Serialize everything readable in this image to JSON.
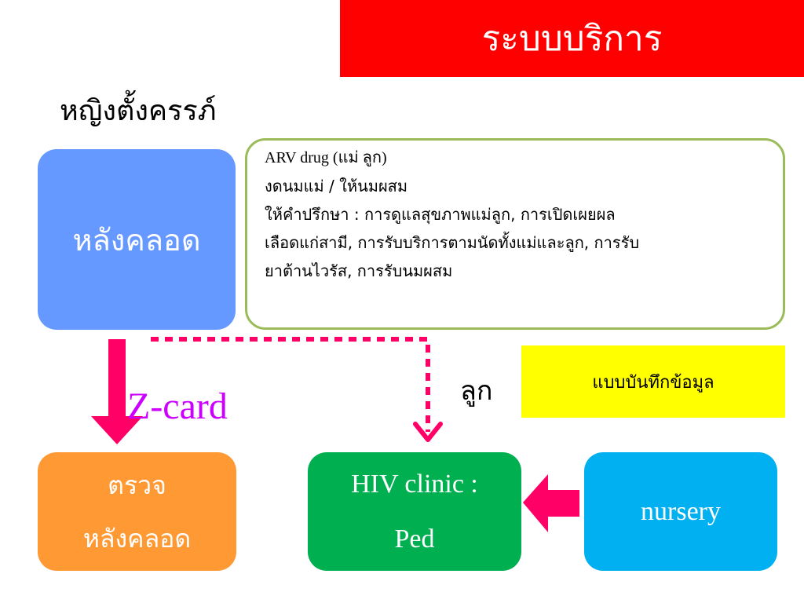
{
  "colors": {
    "title_bg": "#ff0000",
    "postpartum_box": "#6699ff",
    "checkup_box": "#ff9933",
    "hiv_box": "#00b050",
    "nursery_box": "#00b0f0",
    "records_box": "#ffff00",
    "services_border": "#9bbb59",
    "arrow_pink": "#ff0066",
    "zcard_text": "#cc00ff"
  },
  "title": "ระบบบริการ",
  "heading": "หญิงตั้งครรภ์",
  "nodes": {
    "postpartum": "หลังคลอด",
    "checkup": [
      "ตรวจ",
      "หลังคลอด"
    ],
    "hiv_clinic": [
      "HIV clinic :",
      "Ped"
    ],
    "nursery": "nursery",
    "records": "แบบบันทึกข้อมูล"
  },
  "services": [
    "ARV drug (แม่ ลูก)",
    "งดนมแม่ / ให้นมผสม",
    "ให้คำปรึกษา : การดูแลสุขภาพแม่ลูก, การเปิดเผยผล",
    "เลือดแก่สามี, การรับบริการตามนัดทั้งแม่และลูก, การรับ",
    "ยาต้านไวรัส, การรับนมผสม"
  ],
  "labels": {
    "zcard": "Z-card",
    "child": "ลูก"
  }
}
